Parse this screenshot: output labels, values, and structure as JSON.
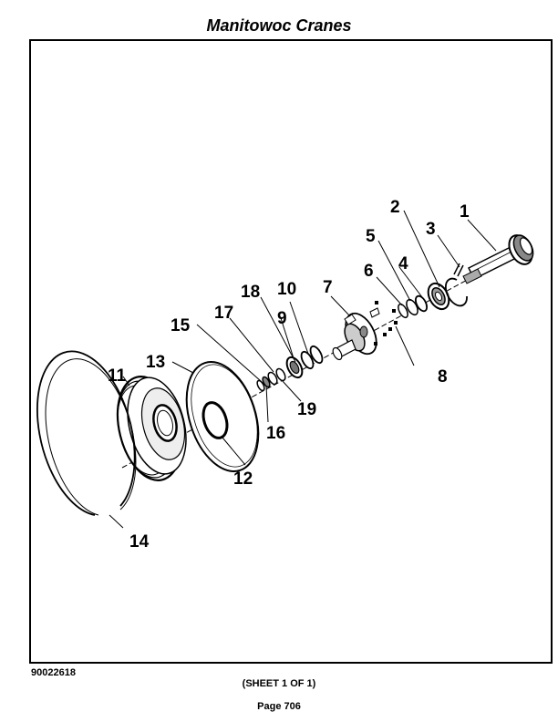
{
  "header": {
    "title": "Manitowoc Cranes"
  },
  "diagram": {
    "callouts": [
      "1",
      "2",
      "3",
      "4",
      "5",
      "6",
      "7",
      "8",
      "9",
      "10",
      "11",
      "12",
      "13",
      "14",
      "15",
      "16",
      "17",
      "18",
      "19"
    ]
  },
  "footer": {
    "drawing_number": "90022618",
    "sheet": "(SHEET 1 OF 1)",
    "page": "Page 706"
  }
}
